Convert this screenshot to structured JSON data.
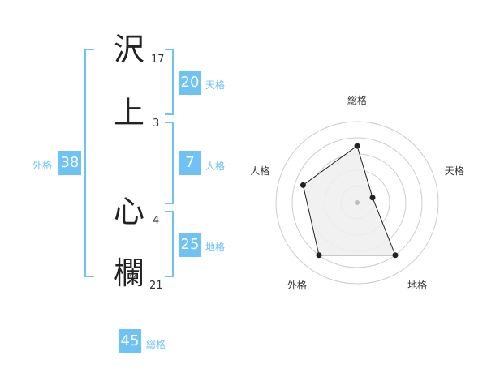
{
  "name_chars": [
    {
      "char": "沢",
      "strokes": "17"
    },
    {
      "char": "上",
      "strokes": "3"
    },
    {
      "char": "心",
      "strokes": "4"
    },
    {
      "char": "欄",
      "strokes": "21"
    }
  ],
  "fortunes": {
    "tenkaku": {
      "value": "20",
      "label": "天格"
    },
    "jinkaku": {
      "value": "7",
      "label": "人格"
    },
    "chikaku": {
      "value": "25",
      "label": "地格"
    },
    "gaikaku": {
      "value": "38",
      "label": "外格"
    },
    "soukaku": {
      "value": "45",
      "label": "総格"
    }
  },
  "chart_data": {
    "type": "radar",
    "axes": [
      "総格",
      "天格",
      "地格",
      "外格",
      "人格"
    ],
    "values": [
      3.5,
      1,
      4,
      4,
      3.5
    ],
    "max": 5,
    "rings": 5,
    "colors": {
      "fill": "#eeeeee",
      "stroke": "#222222",
      "grid": "#cccccc"
    }
  }
}
